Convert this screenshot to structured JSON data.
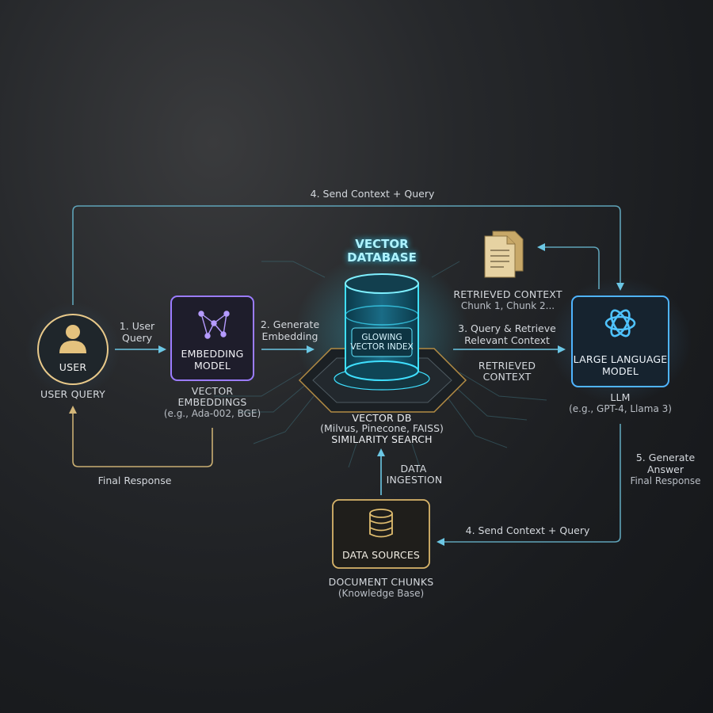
{
  "nodes": {
    "user": {
      "label": "USER",
      "caption": "USER QUERY"
    },
    "embedding": {
      "label_line1": "EMBEDDING",
      "label_line2": "MODEL",
      "caption_line1": "VECTOR",
      "caption_line2": "EMBEDDINGS",
      "caption_line3": "(e.g., Ada-002, BGE)"
    },
    "vector_db": {
      "title_line1": "VECTOR",
      "title_line2": "DATABASE",
      "index_line1": "GLOWING",
      "index_line2": "VECTOR INDEX",
      "caption_line1": "VECTOR DB",
      "caption_line2": "(Milvus, Pinecone, FAISS)",
      "caption_line3": "SIMILARITY SEARCH"
    },
    "retrieved": {
      "title": "RETRIEVED CONTEXT",
      "chunks": "Chunk 1, Chunk 2..."
    },
    "llm": {
      "label_line1": "LARGE LANGUAGE",
      "label_line2": "MODEL",
      "caption_line1": "LLM",
      "caption_line2": "(e.g., GPT-4, Llama 3)"
    },
    "data_sources": {
      "label": "DATA SOURCES",
      "caption_line1": "DOCUMENT CHUNKS",
      "caption_line2": "(Knowledge Base)"
    }
  },
  "edges": {
    "top_loop": "4. Send Context + Query",
    "user_query_line1": "1. User",
    "user_query_line2": "Query",
    "generate_embedding_line1": "2. Generate",
    "generate_embedding_line2": "Embedding",
    "query_retrieve_line1": "3. Query & Retrieve",
    "query_retrieve_line2": "Relevant Context",
    "retrieved_context_line1": "RETRIEVED",
    "retrieved_context_line2": "CONTEXT",
    "final_response_left": "Final Response",
    "data_ingestion_line1": "DATA",
    "data_ingestion_line2": "INGESTION",
    "generate_answer_line1": "5. Generate",
    "generate_answer_line2": "Answer",
    "final_response_right": "Final Response",
    "bottom_send": "4. Send Context + Query"
  },
  "colors": {
    "user_accent": "#e8c98a",
    "embedding_accent": "#9b7cff",
    "vector_accent": "#3fe0ff",
    "llm_accent": "#4fb4ff",
    "data_accent": "#d9b56a",
    "arrow_blue": "#5cb8d6",
    "arrow_gold": "#c9ae72"
  }
}
